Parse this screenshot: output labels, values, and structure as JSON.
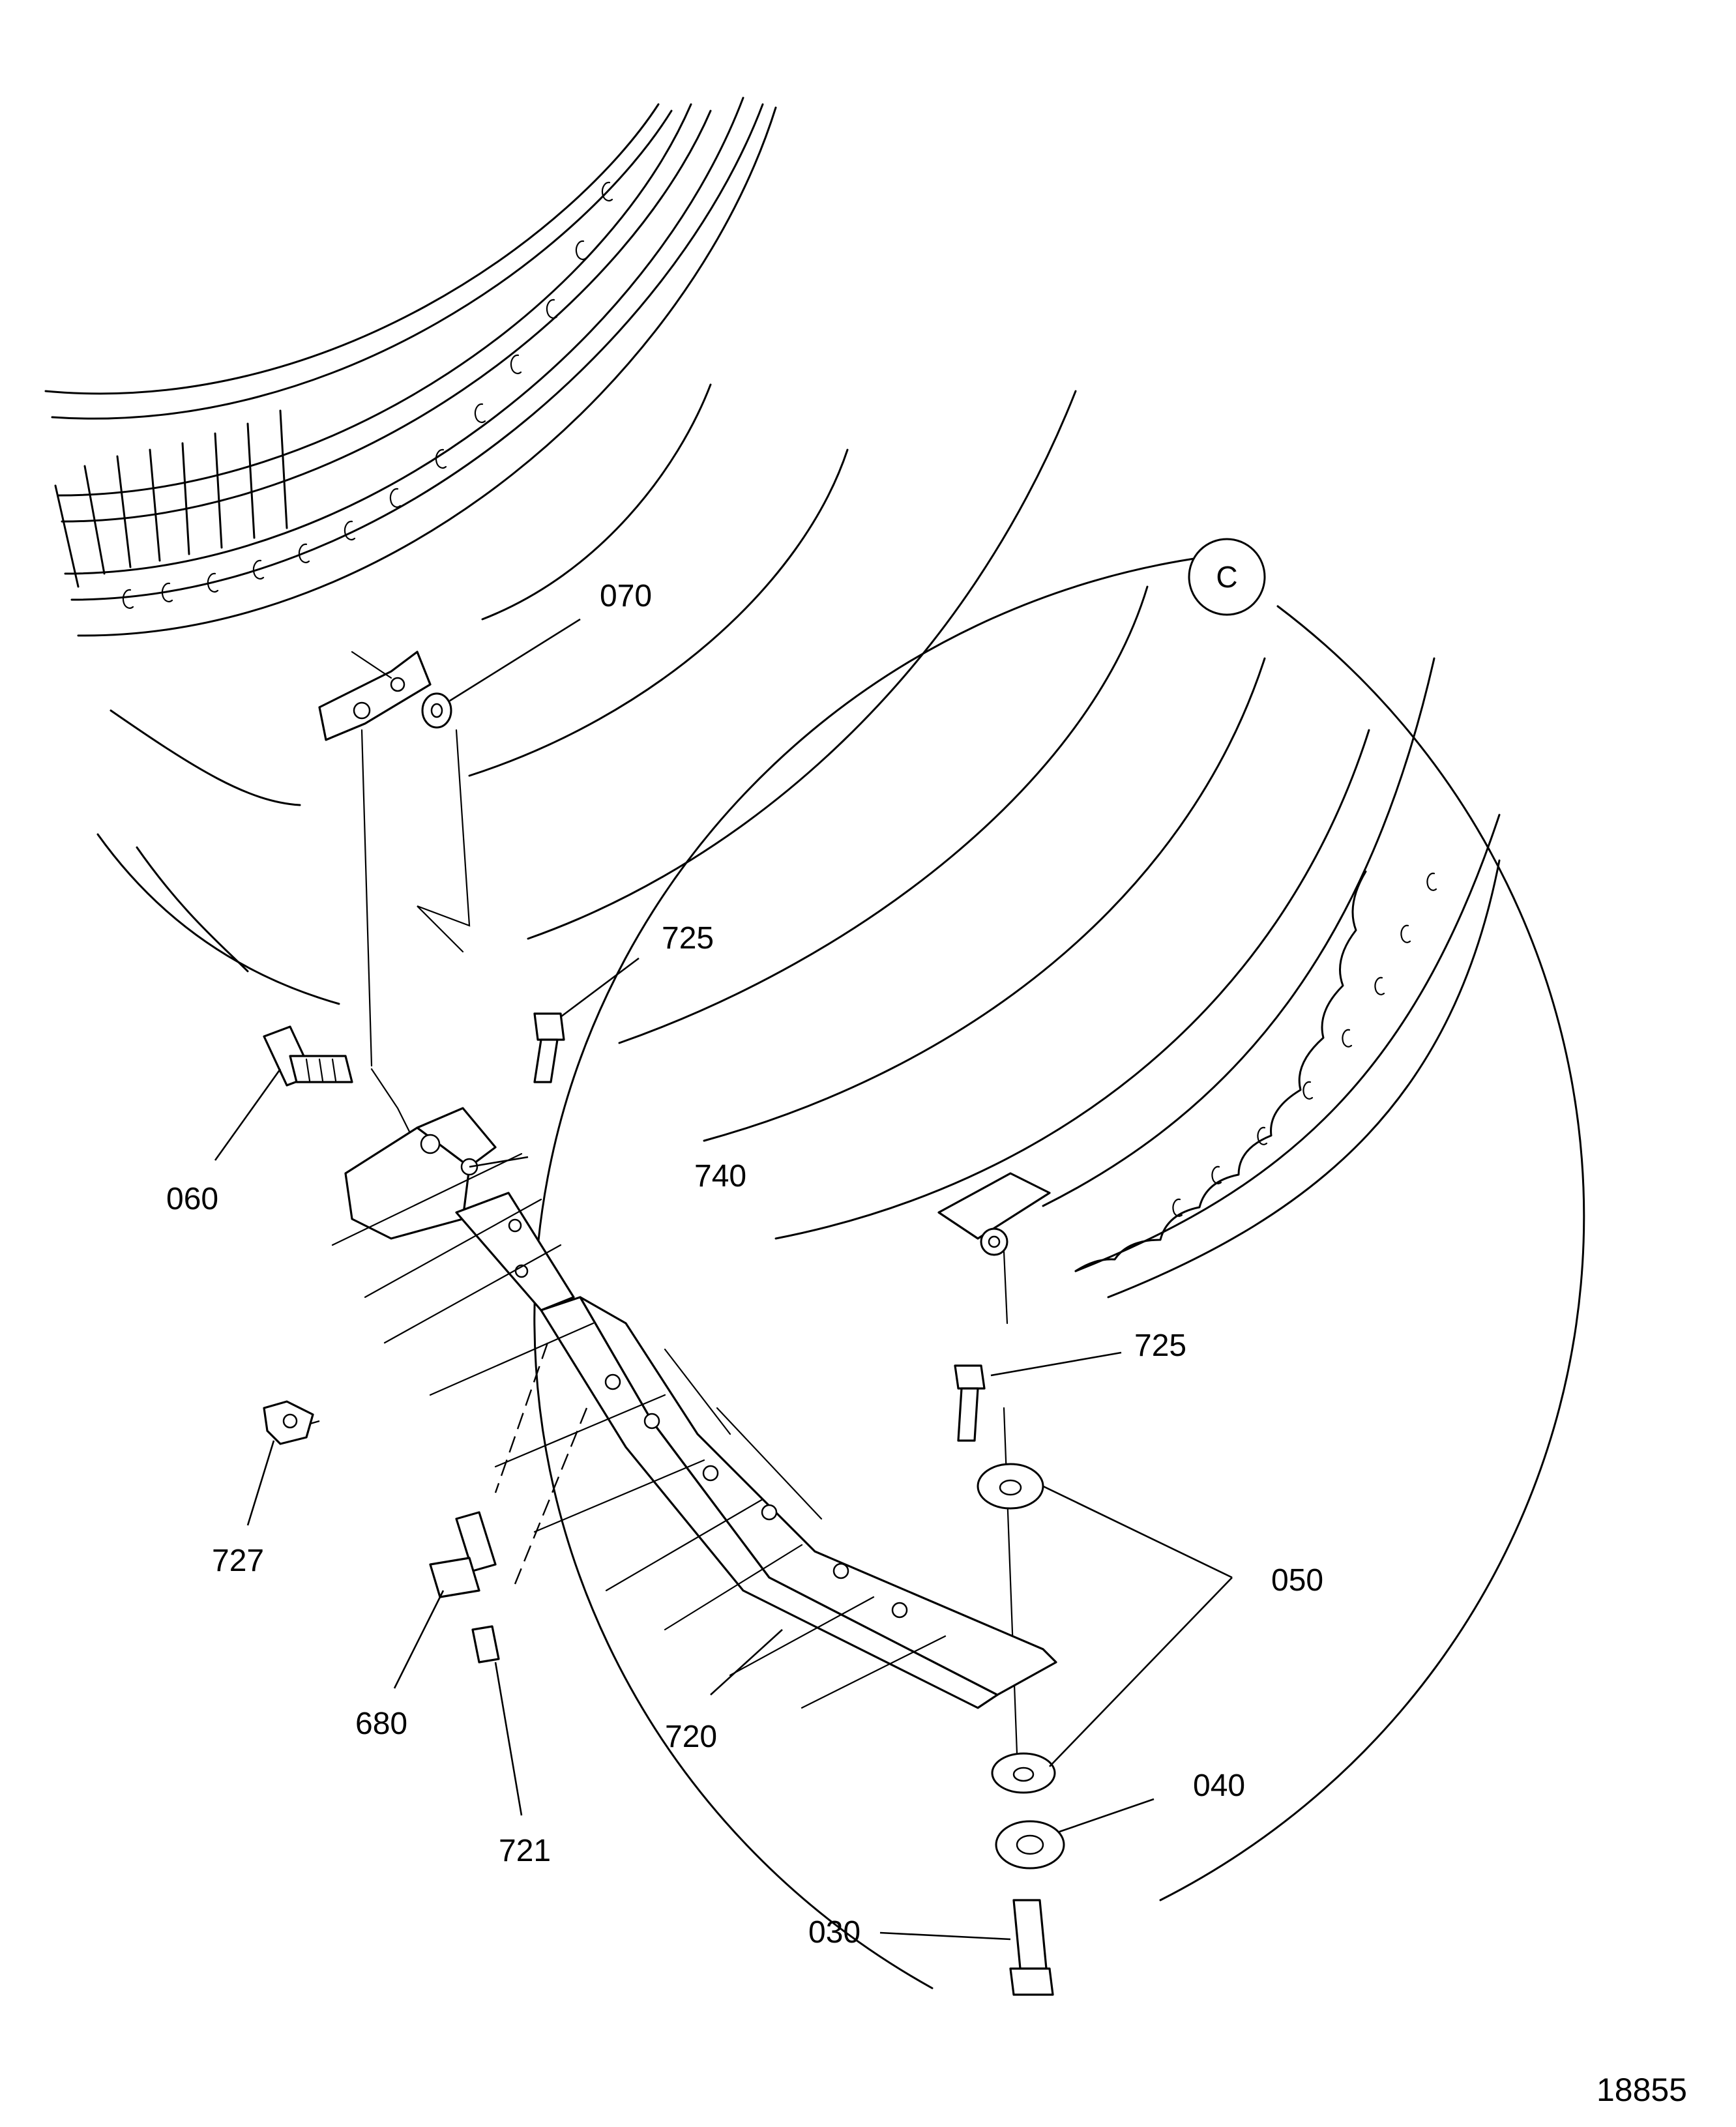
{
  "detail_letter": "C",
  "figure_number": "18855",
  "callouts": {
    "c070": "070",
    "c725_top": "725",
    "c060": "060",
    "c740": "740",
    "c725_right": "725",
    "c727": "727",
    "c050": "050",
    "c680": "680",
    "c720": "720",
    "c721": "721",
    "c040": "040",
    "c030": "030"
  }
}
